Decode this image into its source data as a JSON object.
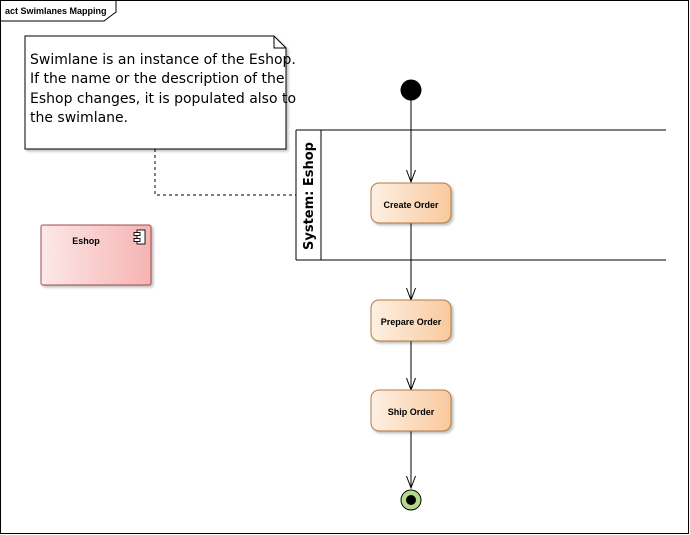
{
  "frame": {
    "label": "act Swimlanes Mapping"
  },
  "note": {
    "lines": [
      "Swimlane is an instance of the Eshop.",
      "If the name or the description of the",
      "Eshop changes, it is populated also to",
      "the swimlane."
    ]
  },
  "component": {
    "label": "Eshop",
    "icon": "component-icon"
  },
  "swimlane": {
    "label": "System: Eshop"
  },
  "actions": {
    "create_order": "Create Order",
    "prepare_order": "Prepare Order",
    "ship_order": "Ship Order"
  },
  "colors": {
    "action_fill_start": "#fdf0e2",
    "action_fill_end": "#f9c99e",
    "action_stroke": "#b07a45",
    "component_fill_start": "#fde8e8",
    "component_fill_end": "#f6b3b3",
    "final_fill": "#b5d98b"
  }
}
